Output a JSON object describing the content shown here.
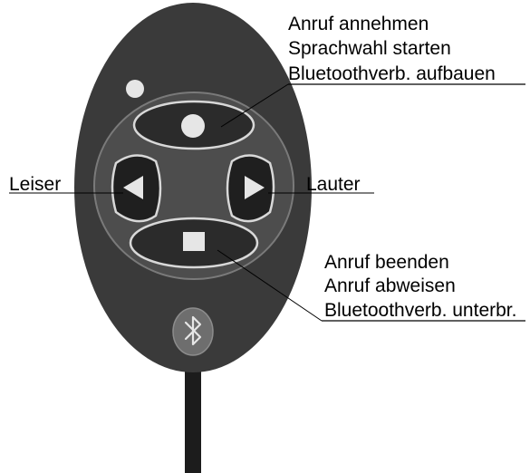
{
  "labels": {
    "top": [
      "Anruf annehmen",
      "Sprachwahl starten",
      "Bluetoothverb. aufbauen"
    ],
    "left": "Leiser",
    "right": "Lauter",
    "bottom": [
      "Anruf beenden",
      "Anruf abweisen",
      "Bluetoothverb. unterbr."
    ]
  },
  "icons": {
    "top_button": "circle-icon",
    "left_button": "triangle-left-icon",
    "right_button": "triangle-right-icon",
    "bottom_button": "square-icon",
    "logo": "bluetooth-icon"
  },
  "colors": {
    "body": "#3a3a3a",
    "panel": "#4d4d4d",
    "button": "#2b2b2b",
    "outline": "#d8d8d8",
    "icon": "#e6e6e6",
    "cable": "#1c1c1c"
  }
}
